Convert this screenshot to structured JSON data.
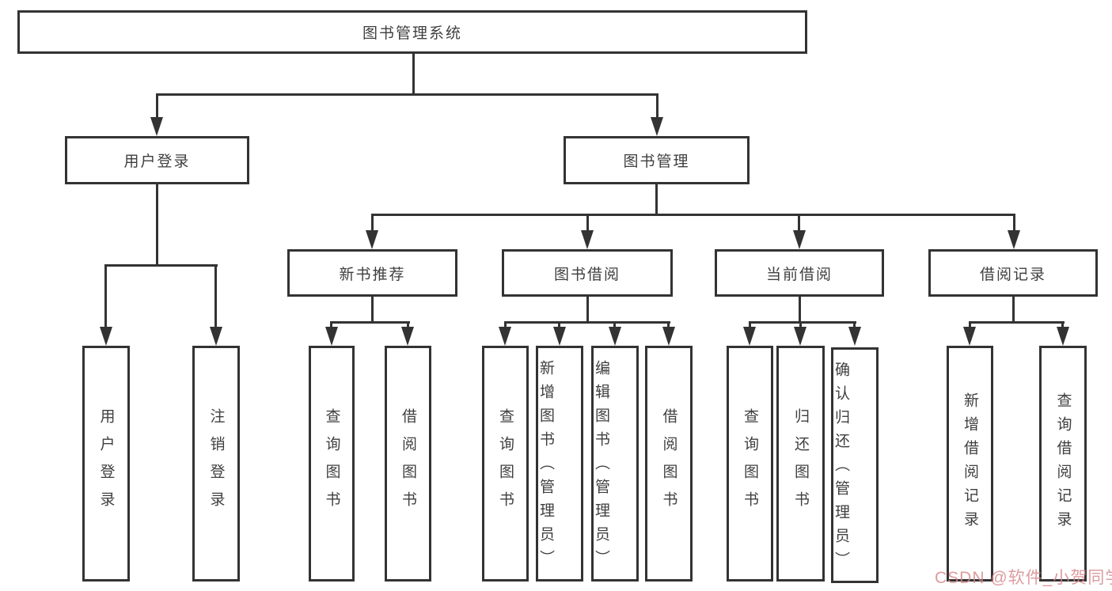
{
  "tree": {
    "root": {
      "label": "图书管理系统"
    },
    "level2": [
      {
        "id": "user-login",
        "label": "用户登录"
      },
      {
        "id": "book-management",
        "label": "图书管理"
      }
    ],
    "level3": [
      {
        "id": "new-book-recommend",
        "parent": "book-management",
        "label": "新书推荐"
      },
      {
        "id": "book-borrowing",
        "parent": "book-management",
        "label": "图书借阅"
      },
      {
        "id": "current-borrowing",
        "parent": "book-management",
        "label": "当前借阅"
      },
      {
        "id": "borrowing-records",
        "parent": "book-management",
        "label": "借阅记录"
      }
    ],
    "leaves": [
      {
        "parent": "user-login",
        "label": "用户登录"
      },
      {
        "parent": "user-login",
        "label": "注销登录"
      },
      {
        "parent": "new-book-recommend",
        "label": "查询图书"
      },
      {
        "parent": "new-book-recommend",
        "label": "借阅图书"
      },
      {
        "parent": "book-borrowing",
        "label": "查询图书"
      },
      {
        "parent": "book-borrowing",
        "label": "新增图书（管理员）"
      },
      {
        "parent": "book-borrowing",
        "label": "编辑图书（管理员）"
      },
      {
        "parent": "book-borrowing",
        "label": "借阅图书"
      },
      {
        "parent": "current-borrowing",
        "label": "查询图书"
      },
      {
        "parent": "current-borrowing",
        "label": "归还图书"
      },
      {
        "parent": "current-borrowing",
        "label": "确认归还（管理员）"
      },
      {
        "parent": "borrowing-records",
        "label": "新增借阅记录"
      },
      {
        "parent": "borrowing-records",
        "label": "查询借阅记录"
      }
    ]
  },
  "watermark": {
    "text": "CSDN @软件_小贺同学"
  },
  "colors": {
    "line": "#333333",
    "box_border": "#333333",
    "text": "#3f3f3f",
    "watermark": "#d5868a",
    "background": "#ffffff"
  }
}
